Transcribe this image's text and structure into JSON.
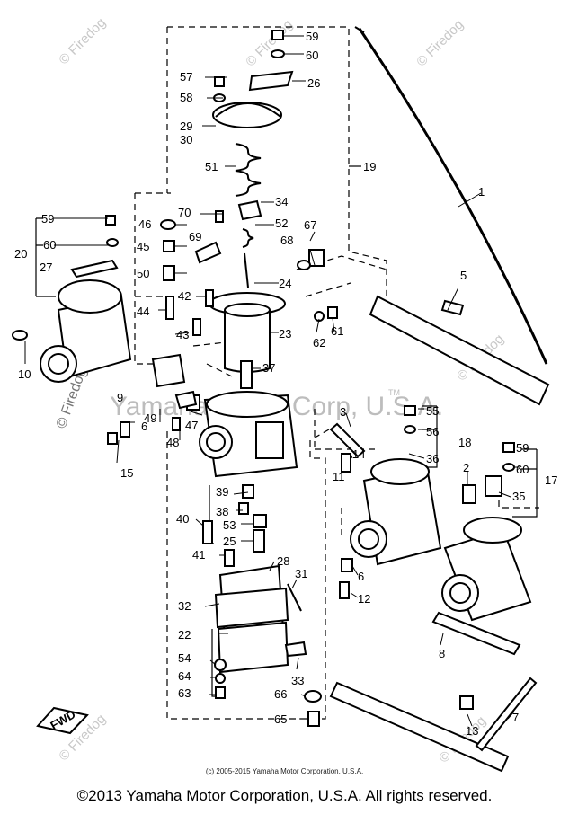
{
  "watermark": {
    "brand": "© Firedog",
    "left_vertical": "© Firedog.com",
    "center": "Yamaha Motor Corp, U.S.A.",
    "tm": "TM"
  },
  "direction_marker": "FWD",
  "part_labels": [
    "59",
    "60",
    "57",
    "58",
    "26",
    "29",
    "30",
    "51",
    "19",
    "1",
    "34",
    "70",
    "46",
    "52",
    "67",
    "59",
    "60",
    "20",
    "27",
    "69",
    "45",
    "68",
    "50",
    "5",
    "42",
    "24",
    "44",
    "23",
    "62",
    "61",
    "43",
    "37",
    "10",
    "9",
    "49",
    "47",
    "48",
    "3",
    "55",
    "56",
    "18",
    "6",
    "15",
    "14",
    "36",
    "2",
    "59",
    "60",
    "17",
    "39",
    "11",
    "35",
    "38",
    "40",
    "53",
    "25",
    "41",
    "28",
    "6",
    "12",
    "31",
    "8",
    "32",
    "22",
    "54",
    "64",
    "63",
    "33",
    "66",
    "7",
    "13",
    "65"
  ],
  "copyright_small": "(c) 2005-2015 Yamaha Motor Corporation, U.S.A.",
  "copyright_main": "©2013 Yamaha Motor Corporation, U.S.A. All rights reserved."
}
